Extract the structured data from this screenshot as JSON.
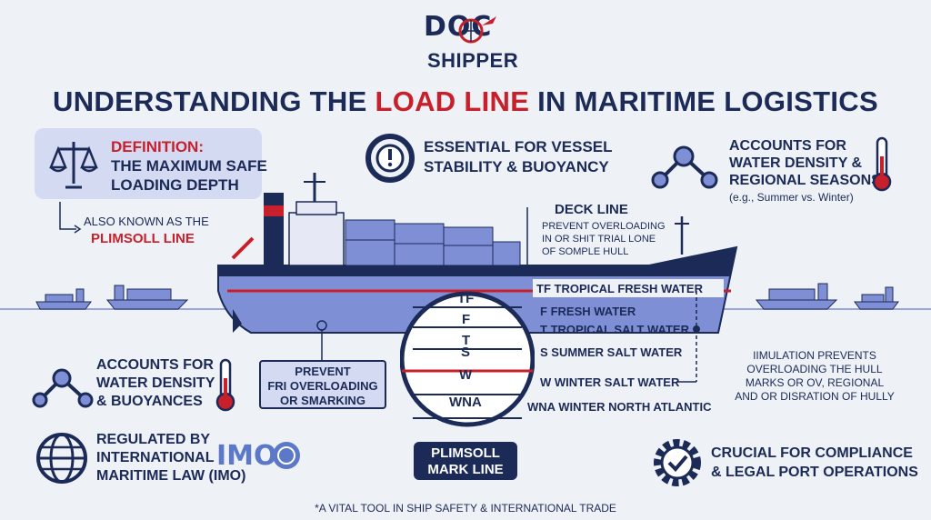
{
  "logo": {
    "top": "DOC",
    "bottom": "SHIPPER"
  },
  "title": {
    "part1": "UNDERSTANDING THE ",
    "highlight": "LOAD LINE",
    "part2": " IN MARITIME LOGISTICS"
  },
  "definition": {
    "label": "DEFINITION:",
    "line1": "THE MAXIMUM SAFE",
    "line2": "LOADING DEPTH",
    "aka": "ALSO KNOWN AS THE",
    "aka_name": "PLIMSOLL LINE"
  },
  "stability": {
    "line1": "ESSENTIAL FOR VESSEL",
    "line2": "STABILITY & BUOYANCY"
  },
  "density_seasons": {
    "line1": "ACCOUNTS FOR",
    "line2": "WATER DENSITY &",
    "line3": "REGIONAL SEASONS",
    "note": "(e.g., Summer vs. Winter)"
  },
  "deck_line": {
    "title": "DECK LINE",
    "line1": "PREVENT OVERLOADING",
    "line2": "IN OR SHIT TRIAL LONE",
    "line3": "OF SOMPLE HULL"
  },
  "marks": [
    {
      "code": "TF",
      "label": "TROPICAL FRESH WATER",
      "color": "#1b2a57"
    },
    {
      "code": "F",
      "label": "FRESH WATER",
      "color": "#1b2a57"
    },
    {
      "code": "T",
      "label": "TROPICAL SALT WATER",
      "color": "#1b2a57"
    },
    {
      "code": "S",
      "label": "SUMMER SALT WATER",
      "color": "#c8202b"
    },
    {
      "code": "W",
      "label": "WINTER SALT WATER",
      "color": "#1b2a57"
    },
    {
      "code": "WNA",
      "label": "WINTER NORTH ATLANTIC",
      "color": "#1b2a57"
    }
  ],
  "plimsoll_box": {
    "line1": "PLIMSOLL",
    "line2": "MARK LINE"
  },
  "prevent_box": {
    "line1": "PREVENT",
    "line2": "FRI OVERLOADING",
    "line3": "OR SMARKING"
  },
  "density_buoyancy": {
    "line1": "ACCOUNTS FOR",
    "line2": "WATER DENSITY",
    "line3": "& BUOYANCES"
  },
  "regulated": {
    "line1": "REGULATED BY",
    "line2": "INTERNATIONAL",
    "line3": "MARITIME LAW (IMO)",
    "badge": "IMO"
  },
  "simulation": {
    "line1": "IIMULATION PREVENTS",
    "line2": "OVERLOADING THE HULL",
    "line3": "MARKS OR OV, REGIONAL",
    "line4": "AND OR DISRATION OF HULLY"
  },
  "compliance": {
    "line1": "CRUCIAL FOR COMPLIANCE",
    "line2": "& LEGAL PORT OPERATIONS"
  },
  "caption": "*A VITAL TOOL IN SHIP SAFETY & INTERNATIONAL TRADE",
  "colors": {
    "navy": "#1b2a57",
    "red": "#c8202b",
    "hull_light": "#7f8fd6",
    "panel": "#d4daf1"
  }
}
